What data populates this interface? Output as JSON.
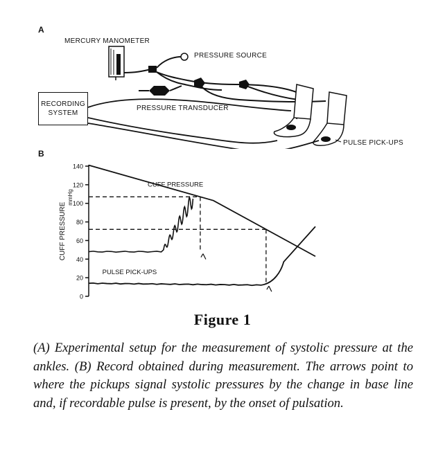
{
  "panel_a": {
    "letter": "A",
    "labels": {
      "manometer": "MERCURY MANOMETER",
      "pressure_source": "PRESSURE SOURCE",
      "recording_line1": "RECORDING",
      "recording_line2": "SYSTEM",
      "transducer": "PRESSURE TRANSDUCER",
      "pulse_pickups": "PULSE PICK-UPS"
    }
  },
  "panel_b": {
    "letter": "B",
    "chart_data": {
      "type": "line",
      "ylabel": "CUFF PRESSURE",
      "yunit": "mmHg",
      "ylim": [
        0,
        140
      ],
      "yticks": [
        0,
        20,
        40,
        60,
        80,
        100,
        120,
        140
      ],
      "grid": false,
      "series": [
        {
          "name": "CUFF PRESSURE",
          "points": [
            [
              0,
              141
            ],
            [
              0.55,
              103
            ],
            [
              1,
              43
            ]
          ]
        },
        {
          "name": "PULSE PICK-UPS",
          "points": [
            [
              0,
              14
            ],
            [
              0.78,
              12
            ],
            [
              0.86,
              37
            ],
            [
              1,
              75
            ]
          ]
        },
        {
          "name": "",
          "points": [
            [
              0,
              48
            ],
            [
              0.33,
              48
            ],
            [
              0.34,
              52
            ],
            [
              0.46,
              105
            ]
          ]
        }
      ],
      "reference_levels": [
        107,
        72
      ],
      "annotations": {
        "cuff": "CUFF PRESSURE",
        "pulse": "PULSE PICK-UPS"
      }
    }
  },
  "figure": {
    "title": "Figure 1",
    "caption": "(A) Experimental setup for the measurement of systolic pressure at the ankles. (B) Record obtained during measurement. The arrows point to where the pickups signal systolic pressures by the change in base line and, if recordable pulse is present, by the onset of pulsation."
  }
}
